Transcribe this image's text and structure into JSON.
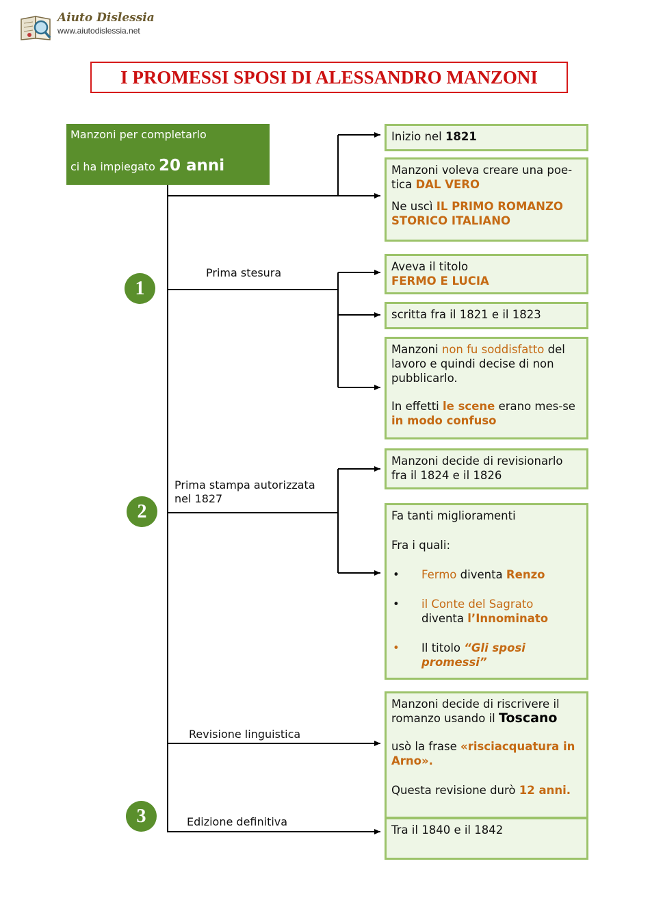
{
  "logo": {
    "title": "Aiuto Dislessia",
    "url": "www.aiutodislessia.net",
    "icon": "book-magnifier-icon"
  },
  "title": "I PROMESSI SPOSI DI ALESSANDRO MANZONI",
  "colors": {
    "green": "#5a8f2c",
    "box_border": "#9cc36a",
    "box_fill": "#eef6e6",
    "orange": "#c56a14",
    "red": "#cc1111"
  },
  "top_box": {
    "line1": "Manzoni per completarlo",
    "line2_pre": "ci ha impiegato ",
    "line2_big": "20 anni"
  },
  "boxes": {
    "b1": {
      "pre": "Inizio nel ",
      "bold": "1821"
    },
    "b2": {
      "p1_pre": "Manzoni voleva creare una poe-tica ",
      "p1_em": "DAL VERO",
      "p2_pre": "Ne uscì ",
      "p2_em": "IL PRIMO ROMANZO STORICO ITALIANO"
    },
    "b3": {
      "line1": "Aveva il   titolo",
      "em": "FERMO E LUCIA"
    },
    "b4": {
      "text": "scritta fra il 1821 e il 1823"
    },
    "b5": {
      "p1_pre": "Manzoni ",
      "p1_em": "non fu soddisfatto",
      "p1_post": " del lavoro e quindi decise di non pubblicarlo.",
      "p2_pre": "In effetti ",
      "p2_em1": "le scene",
      "p2_mid": " erano mes-se ",
      "p2_em2": "in modo confuso"
    },
    "b6": {
      "text": "Manzoni decide di revisionarlo fra il 1824 e il 1826"
    },
    "b7": {
      "line1": "Fa tanti miglioramenti",
      "line2": "Fra i quali:",
      "bullet": "•",
      "items": [
        {
          "a": "Fermo",
          "b": " diventa ",
          "c": "Renzo"
        },
        {
          "a": "il Conte del Sagrato",
          "b": "diventa  ",
          "c": "l’Innominato"
        },
        {
          "a": "Il titolo ",
          "c": "“Gli sposi promessi”"
        }
      ]
    },
    "b8": {
      "p1_pre": "Manzoni decide di riscrivere il romanzo usando il ",
      "p1_em": "Toscano",
      "p2_pre": "usò la frase ",
      "p2_em": "«risciacquatura in Arno».",
      "p3_pre": "Questa revisione durò ",
      "p3_em": "12 anni."
    },
    "b9": {
      "text": "Tra il 1840 e il 1842"
    }
  },
  "steps": {
    "n1": "1",
    "n2": "2",
    "n3": "3",
    "label1": "Prima stesura",
    "label2_l1": "Prima stampa autorizzata",
    "label2_l2": "nel 1827",
    "label3": "Revisione linguistica",
    "label4": "Edizione definitiva"
  }
}
